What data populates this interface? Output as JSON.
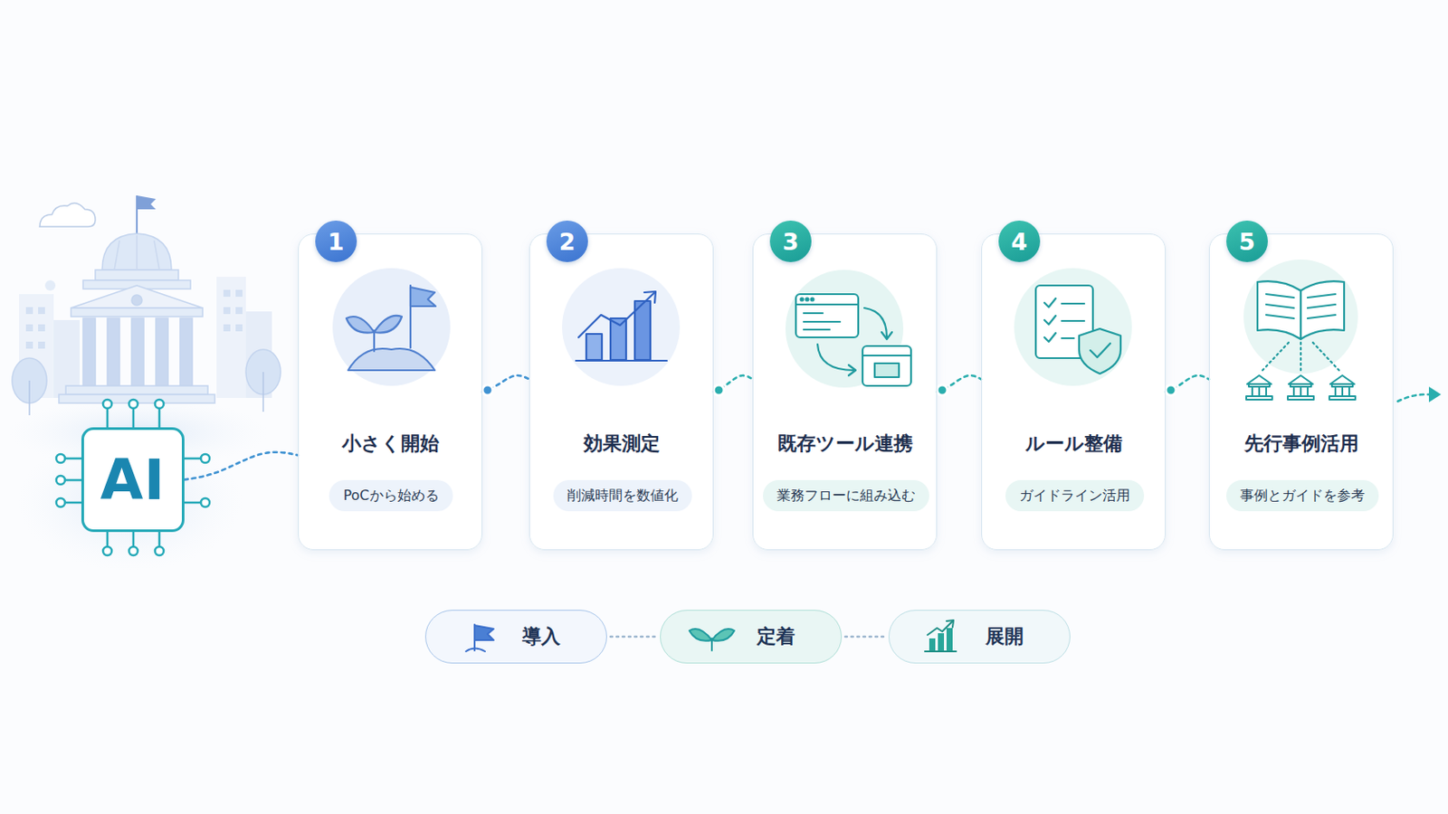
{
  "diagram": {
    "nodes": [
      {
        "text": [
          "AI"
        ]
      },
      {
        "text": [
          "小さく開始"
        ]
      },
      {
        "text": [
          "1"
        ],
        "in": 1
      },
      {
        "text": [
          "PoCから始める"
        ],
        "in": 1
      },
      {
        "text": [
          "効果測定"
        ]
      },
      {
        "text": [
          "2"
        ],
        "in": 4
      },
      {
        "text": [
          "削減時間を数値化"
        ],
        "in": 4
      },
      {
        "text": [
          "既存ツール連携"
        ]
      },
      {
        "text": [
          "3"
        ],
        "in": 7
      },
      {
        "text": [
          "業務フローに組み込む"
        ],
        "in": 7
      },
      {
        "text": [
          "ルール整備"
        ]
      },
      {
        "text": [
          "4"
        ],
        "in": 10
      },
      {
        "text": [
          "ガイドライン活用"
        ],
        "in": 10
      },
      {
        "text": [
          "先行事例活用"
        ]
      },
      {
        "text": [
          "5"
        ],
        "in": 13
      },
      {
        "text": [
          "事例とガイドを参考"
        ],
        "in": 13
      },
      {
        "text": [
          "導入"
        ]
      },
      {
        "text": [
          "定着"
        ]
      },
      {
        "text": [
          "展開"
        ]
      }
    ],
    "edges": [
      {
        "from": 0,
        "to": 1,
        "arrow": "none"
      },
      {
        "from": 1,
        "to": 4,
        "arrow": "none"
      },
      {
        "from": 4,
        "to": 7,
        "arrow": "none"
      },
      {
        "from": 7,
        "to": 10,
        "arrow": "none"
      },
      {
        "from": 10,
        "to": 13,
        "arrow": "none"
      },
      {
        "from": 16,
        "to": 17,
        "arrow": "none"
      },
      {
        "from": 17,
        "to": 18,
        "arrow": "none"
      }
    ]
  }
}
